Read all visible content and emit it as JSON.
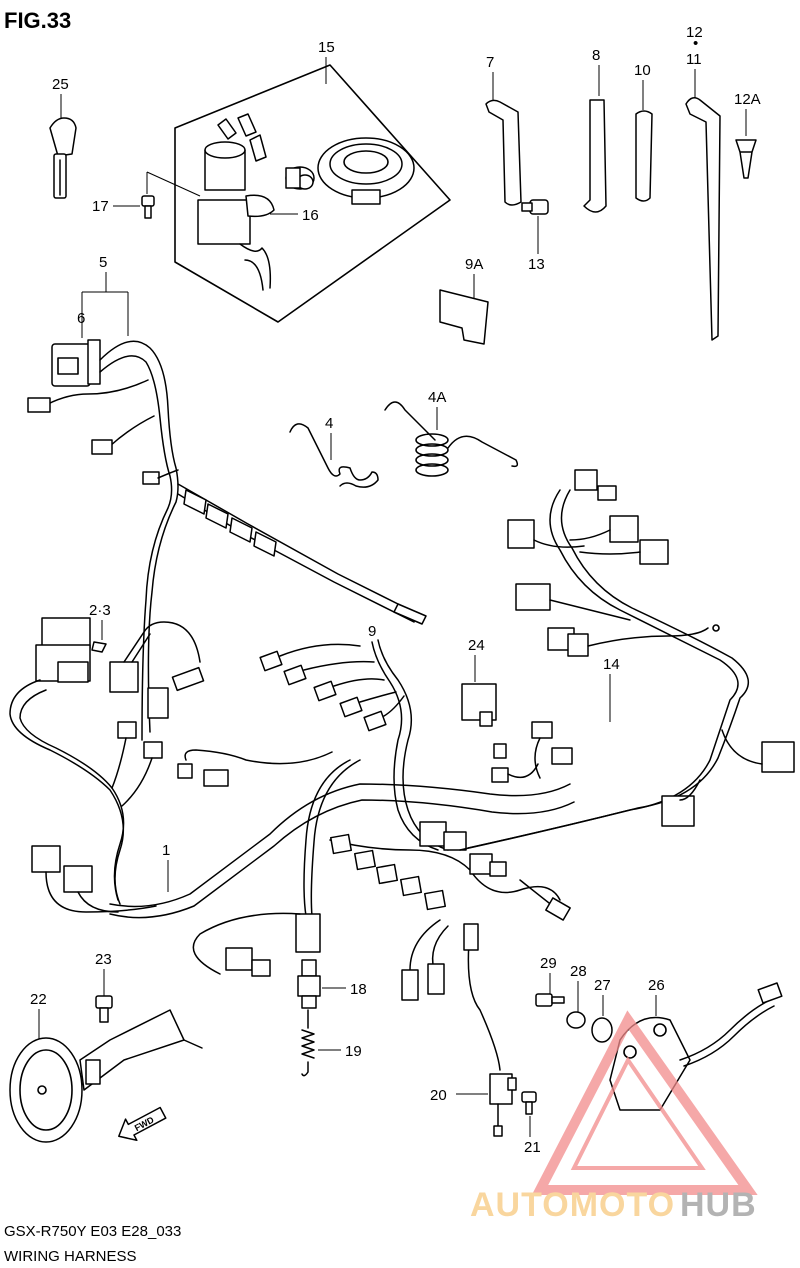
{
  "figure_label": "FIG.33",
  "model_code": "GSX-R750Y E03 E28_033",
  "section_title": "WIRING HARNESS",
  "direction_arrow": "FWD",
  "watermark": {
    "part1": "AUTOMOTO",
    "part2": "HUB",
    "color1": "#f7c97e",
    "color2": "#9a9a9a",
    "triangle_color": "#f28b8b"
  },
  "callouts": {
    "c25": "25",
    "c15": "15",
    "c17": "17",
    "c16": "16",
    "c7": "7",
    "c8": "8",
    "c10": "10",
    "c12": "12",
    "c11": "11",
    "c12a": "12A",
    "c13": "13",
    "c9a": "9A",
    "c5": "5",
    "c6": "6",
    "c4": "4",
    "c4a": "4A",
    "c23": "2·3",
    "c9": "9",
    "c24": "24",
    "c14": "14",
    "c1": "1",
    "c29": "29",
    "c28": "28",
    "c27": "27",
    "c26": "26",
    "c23b": "23",
    "c22": "22",
    "c18": "18",
    "c19": "19",
    "c20": "20",
    "c21": "21"
  }
}
